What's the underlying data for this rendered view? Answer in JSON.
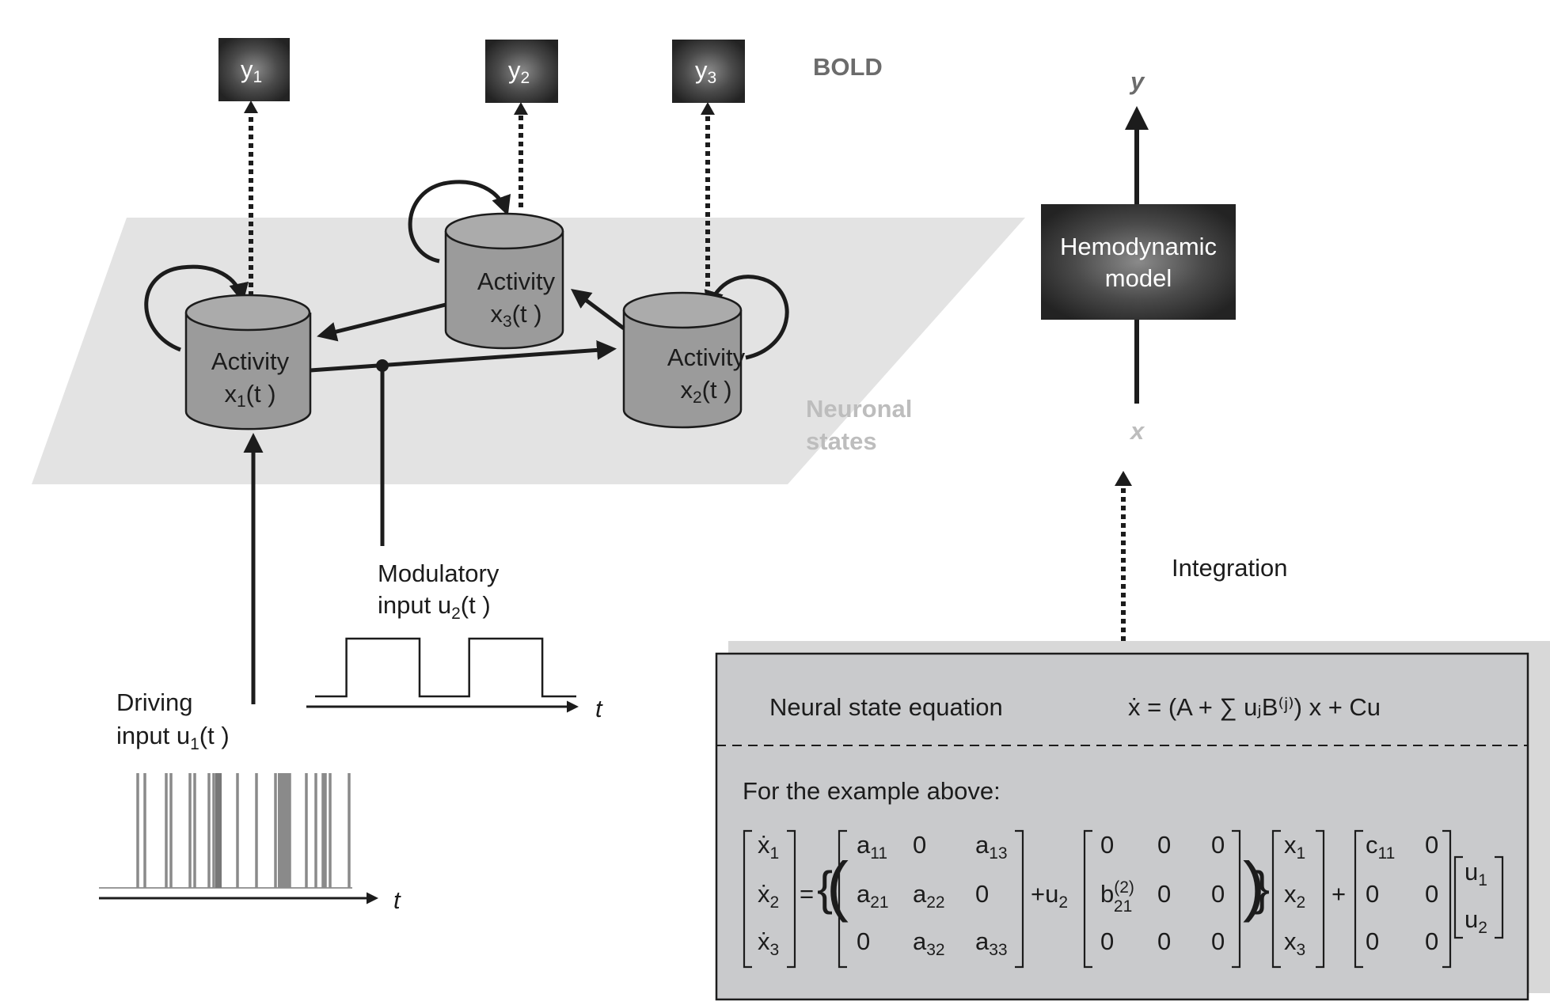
{
  "bold_label": "BOLD",
  "outputs": [
    {
      "name": "y",
      "sub": "1"
    },
    {
      "name": "y",
      "sub": "2"
    },
    {
      "name": "y",
      "sub": "3"
    }
  ],
  "plane_label": {
    "line1": "Neuronal",
    "line2": "states"
  },
  "regions": [
    {
      "title": "Activity",
      "var": "x",
      "sub": "1",
      "arg": "(t )"
    },
    {
      "title": "Activity",
      "var": "x",
      "sub": "3",
      "arg": "(t )"
    },
    {
      "title": "Activity",
      "var": "x",
      "sub": "2",
      "arg": "(t )"
    }
  ],
  "inputs": {
    "modulatory": {
      "line1": "Modulatory",
      "line2_prefix": "input u",
      "sub": "2",
      "suffix": "(t )"
    },
    "driving": {
      "line1": "Driving",
      "line2_prefix": "input u",
      "sub": "1",
      "suffix": "(t )"
    },
    "time_axis_label": "t",
    "boxcar_on_intervals": [
      [
        0.12,
        0.4
      ],
      [
        0.59,
        0.87
      ]
    ],
    "spike_times": [
      0.13,
      0.16,
      0.25,
      0.27,
      0.35,
      0.37,
      0.43,
      0.45,
      0.55,
      0.63,
      0.71,
      0.73,
      0.77,
      0.84,
      0.88,
      0.91,
      0.92,
      0.94,
      1.02
    ]
  },
  "hemodynamic": {
    "line1": "Hemodynamic",
    "line2": "model",
    "output_label": "y",
    "input_label": "x"
  },
  "integration_label": "Integration",
  "equation_box": {
    "title": "Neural state equation",
    "equation": "ẋ = (A + ∑ uⱼB⁽ʲ⁾) x + Cu",
    "example_heading": "For the example above:",
    "xdot": [
      "ẋ1",
      "ẋ2",
      "ẋ3"
    ],
    "A": [
      [
        "a11",
        "0",
        "a13"
      ],
      [
        "a21",
        "a22",
        "0"
      ],
      [
        "0",
        "a32",
        "a33"
      ]
    ],
    "modulator": "+u2",
    "B2": [
      [
        "0",
        "0",
        "0"
      ],
      [
        "b(2)21",
        "0",
        "0"
      ],
      [
        "0",
        "0",
        "0"
      ]
    ],
    "x": [
      "x1",
      "x2",
      "x3"
    ],
    "C": [
      [
        "c11",
        "0"
      ],
      [
        "0",
        "0"
      ],
      [
        "0",
        "0"
      ]
    ],
    "u": [
      "u1",
      "u2"
    ]
  }
}
